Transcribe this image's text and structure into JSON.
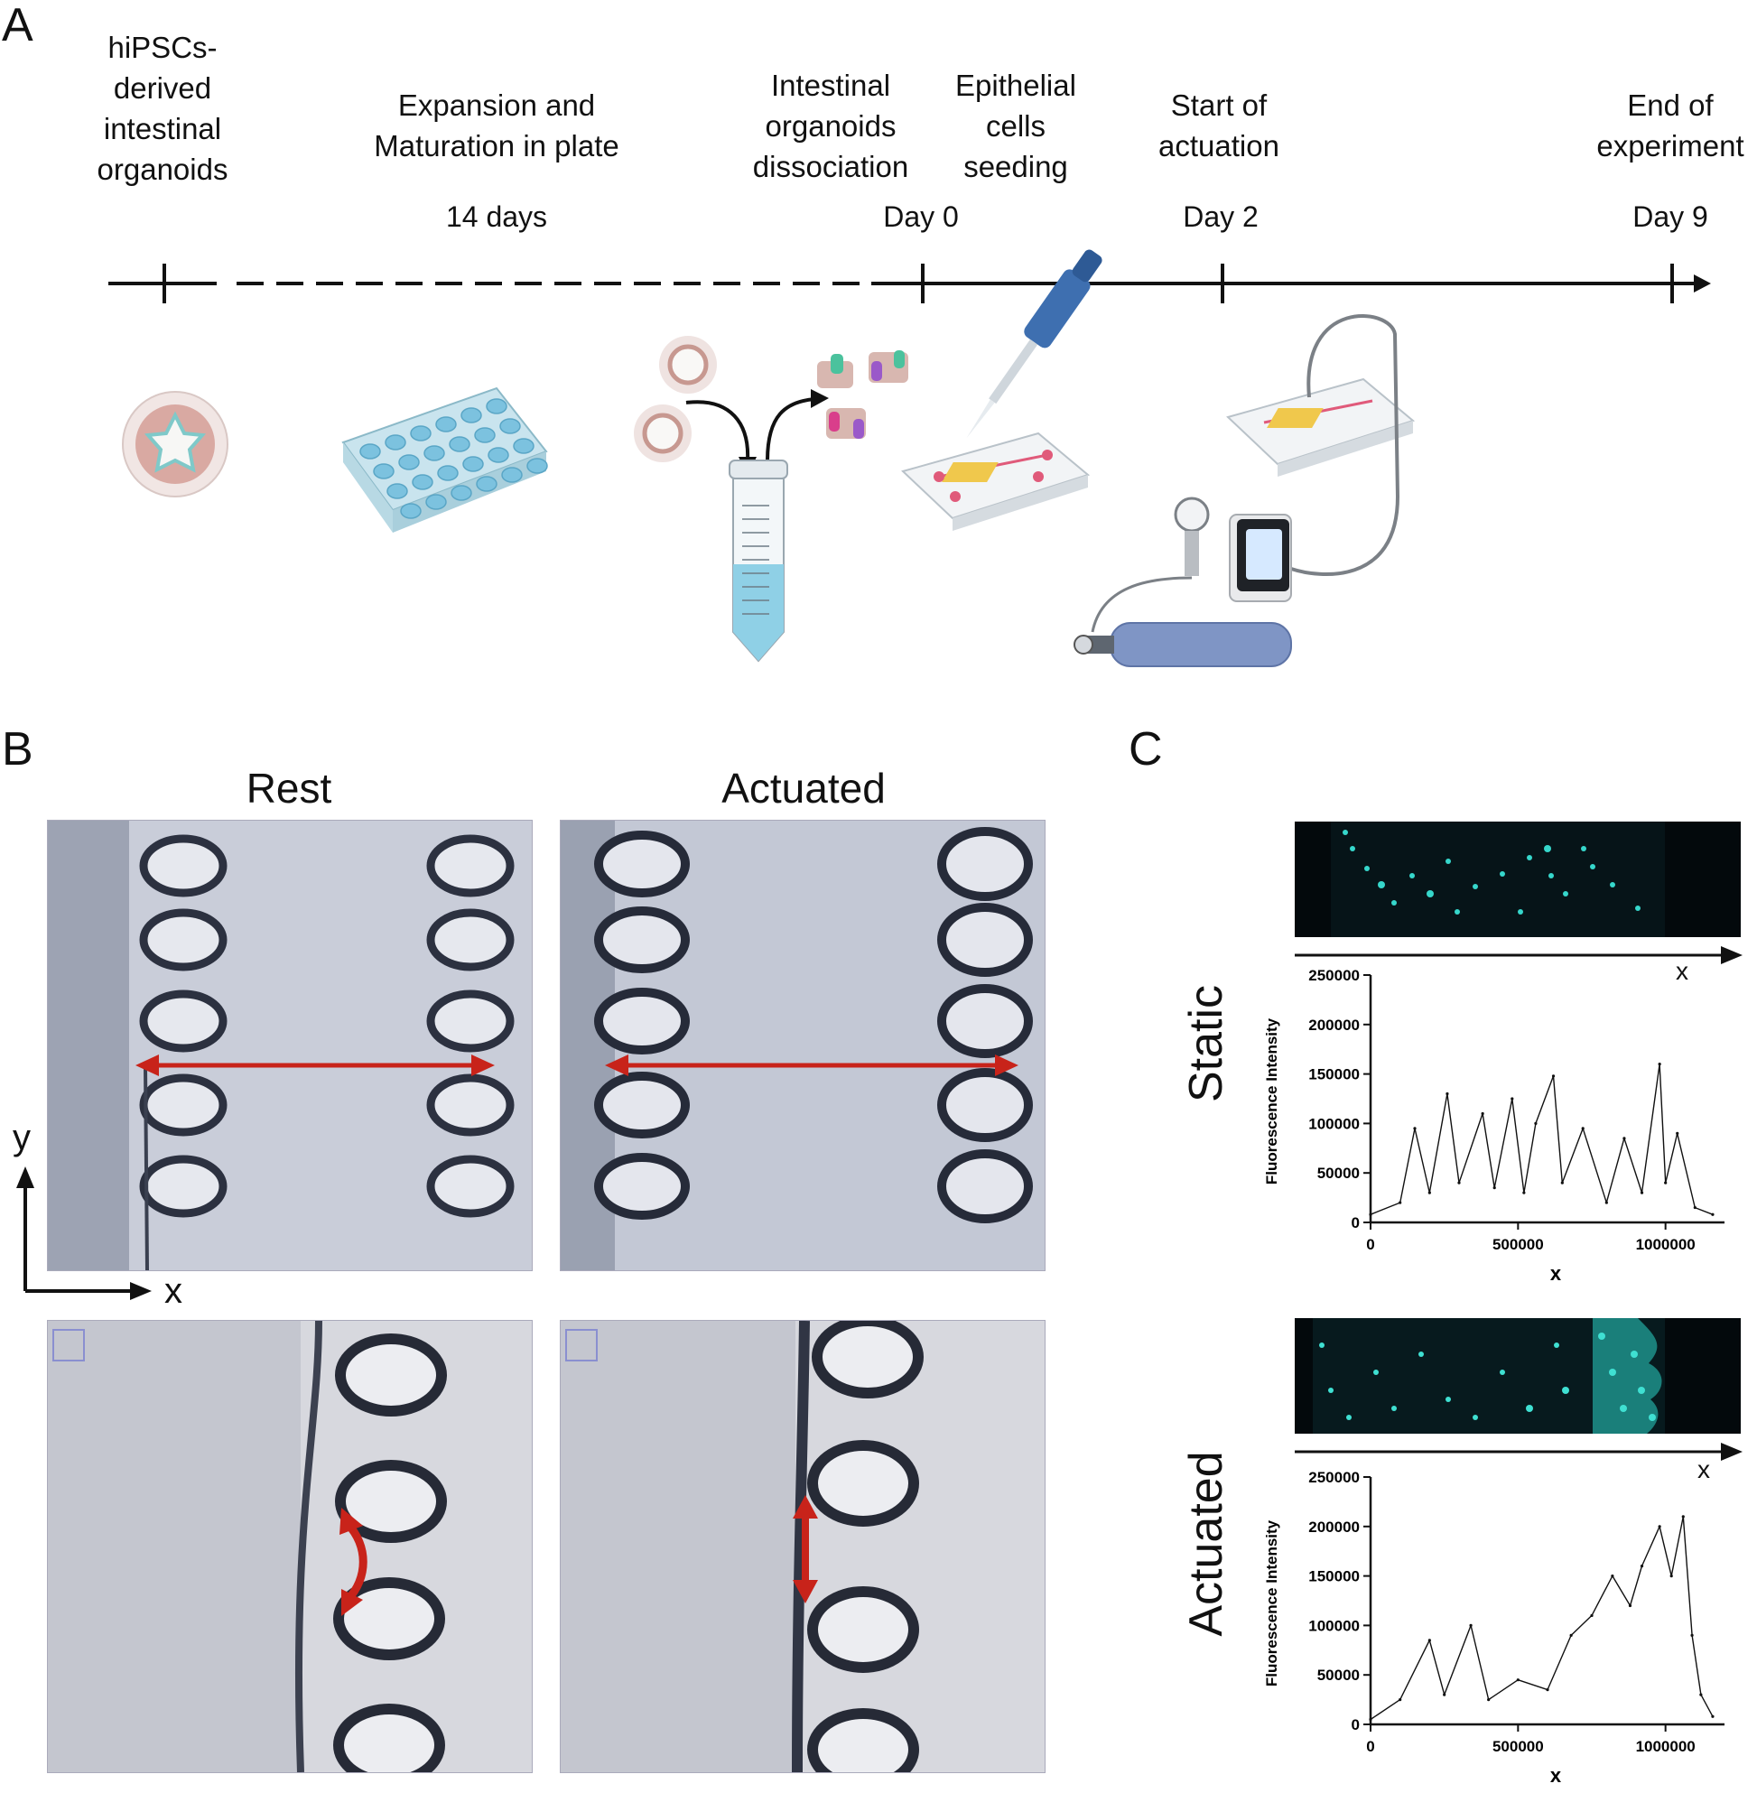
{
  "panels": {
    "a": "A",
    "b": "B",
    "c": "C"
  },
  "timeline": {
    "steps": [
      "hiPSCs-\nderived\nintestinal\norganoids",
      "Expansion and\nMaturation in plate",
      "Intestinal\norganoids\ndissociation",
      "Epithelial\ncells\nseeding",
      "Start of\nactuation",
      "End of\nexperiment"
    ],
    "durations": [
      "14 days",
      "Day 0",
      "Day 2",
      "Day 9"
    ]
  },
  "panel_b": {
    "col_rest": "Rest",
    "col_actuated": "Actuated",
    "axis_y": "y",
    "axis_x": "x"
  },
  "panel_c": {
    "row_static": "Static",
    "row_actuated": "Actuated",
    "strip_axis": "x",
    "colors": {
      "trace": "#111111",
      "nuclei": "#2fd6c8",
      "arrow": "#c8231a"
    }
  },
  "chart_data": [
    {
      "type": "line",
      "title": "",
      "xlabel": "x",
      "ylabel": "Fluorescence Intensity",
      "ylim": [
        0,
        250000
      ],
      "xlim": [
        0,
        1200000
      ],
      "yticks": [
        "0",
        "50000",
        "100000",
        "150000",
        "200000",
        "250000"
      ],
      "xticks": [
        "0",
        "500000",
        "1000000"
      ],
      "series": [
        {
          "x": [
            0,
            100000,
            150000,
            200000,
            260000,
            300000,
            380000,
            420000,
            480000,
            520000,
            560000,
            620000,
            650000,
            720000,
            800000,
            860000,
            920000,
            980000,
            1000000,
            1040000,
            1100000,
            1160000
          ],
          "values": [
            8000,
            20000,
            95000,
            30000,
            130000,
            40000,
            110000,
            35000,
            125000,
            30000,
            100000,
            148000,
            40000,
            95000,
            20000,
            85000,
            30000,
            160000,
            40000,
            90000,
            15000,
            8000
          ]
        }
      ]
    },
    {
      "type": "line",
      "title": "",
      "xlabel": "x",
      "ylabel": "Fluorescence Intensity",
      "ylim": [
        0,
        250000
      ],
      "xlim": [
        0,
        1200000
      ],
      "yticks": [
        "0",
        "50000",
        "100000",
        "150000",
        "200000",
        "250000"
      ],
      "xticks": [
        "0",
        "500000",
        "1000000"
      ],
      "series": [
        {
          "x": [
            0,
            100000,
            200000,
            250000,
            340000,
            400000,
            500000,
            600000,
            680000,
            750000,
            820000,
            880000,
            920000,
            980000,
            1020000,
            1060000,
            1090000,
            1120000,
            1160000
          ],
          "values": [
            5000,
            25000,
            85000,
            30000,
            100000,
            25000,
            45000,
            35000,
            90000,
            110000,
            150000,
            120000,
            160000,
            200000,
            150000,
            210000,
            90000,
            30000,
            8000
          ]
        }
      ]
    }
  ]
}
